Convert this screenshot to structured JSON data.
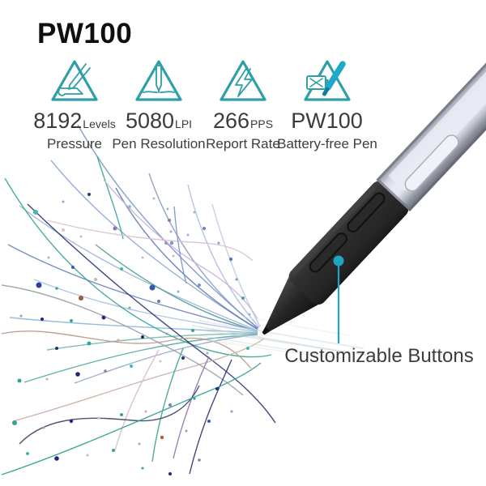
{
  "title": "PW100",
  "features": [
    {
      "icon": "pressure-icon",
      "value": "8192",
      "unit": "Levels",
      "label": "Pressure"
    },
    {
      "icon": "pen-resolution-icon",
      "value": "5080",
      "unit": "LPI",
      "label": "Pen Resolution"
    },
    {
      "icon": "report-rate-icon",
      "value": "266",
      "unit": "PPS",
      "label": "Report Rate"
    },
    {
      "icon": "battery-free-pen-icon",
      "value": "PW100",
      "unit": "",
      "label": "Battery-free Pen"
    }
  ],
  "callout": {
    "label": "Customizable Buttons"
  },
  "colors": {
    "accent_teal": "#2E9EA8",
    "accent_cyan": "#1FA9C9",
    "callout": "#1FA5C0",
    "title_text": "#0F0F0F",
    "body_text": "#3B3B3B",
    "pen_grip_black": "#2B2B2B",
    "pen_barrel_silver": "#E8EAF3"
  }
}
